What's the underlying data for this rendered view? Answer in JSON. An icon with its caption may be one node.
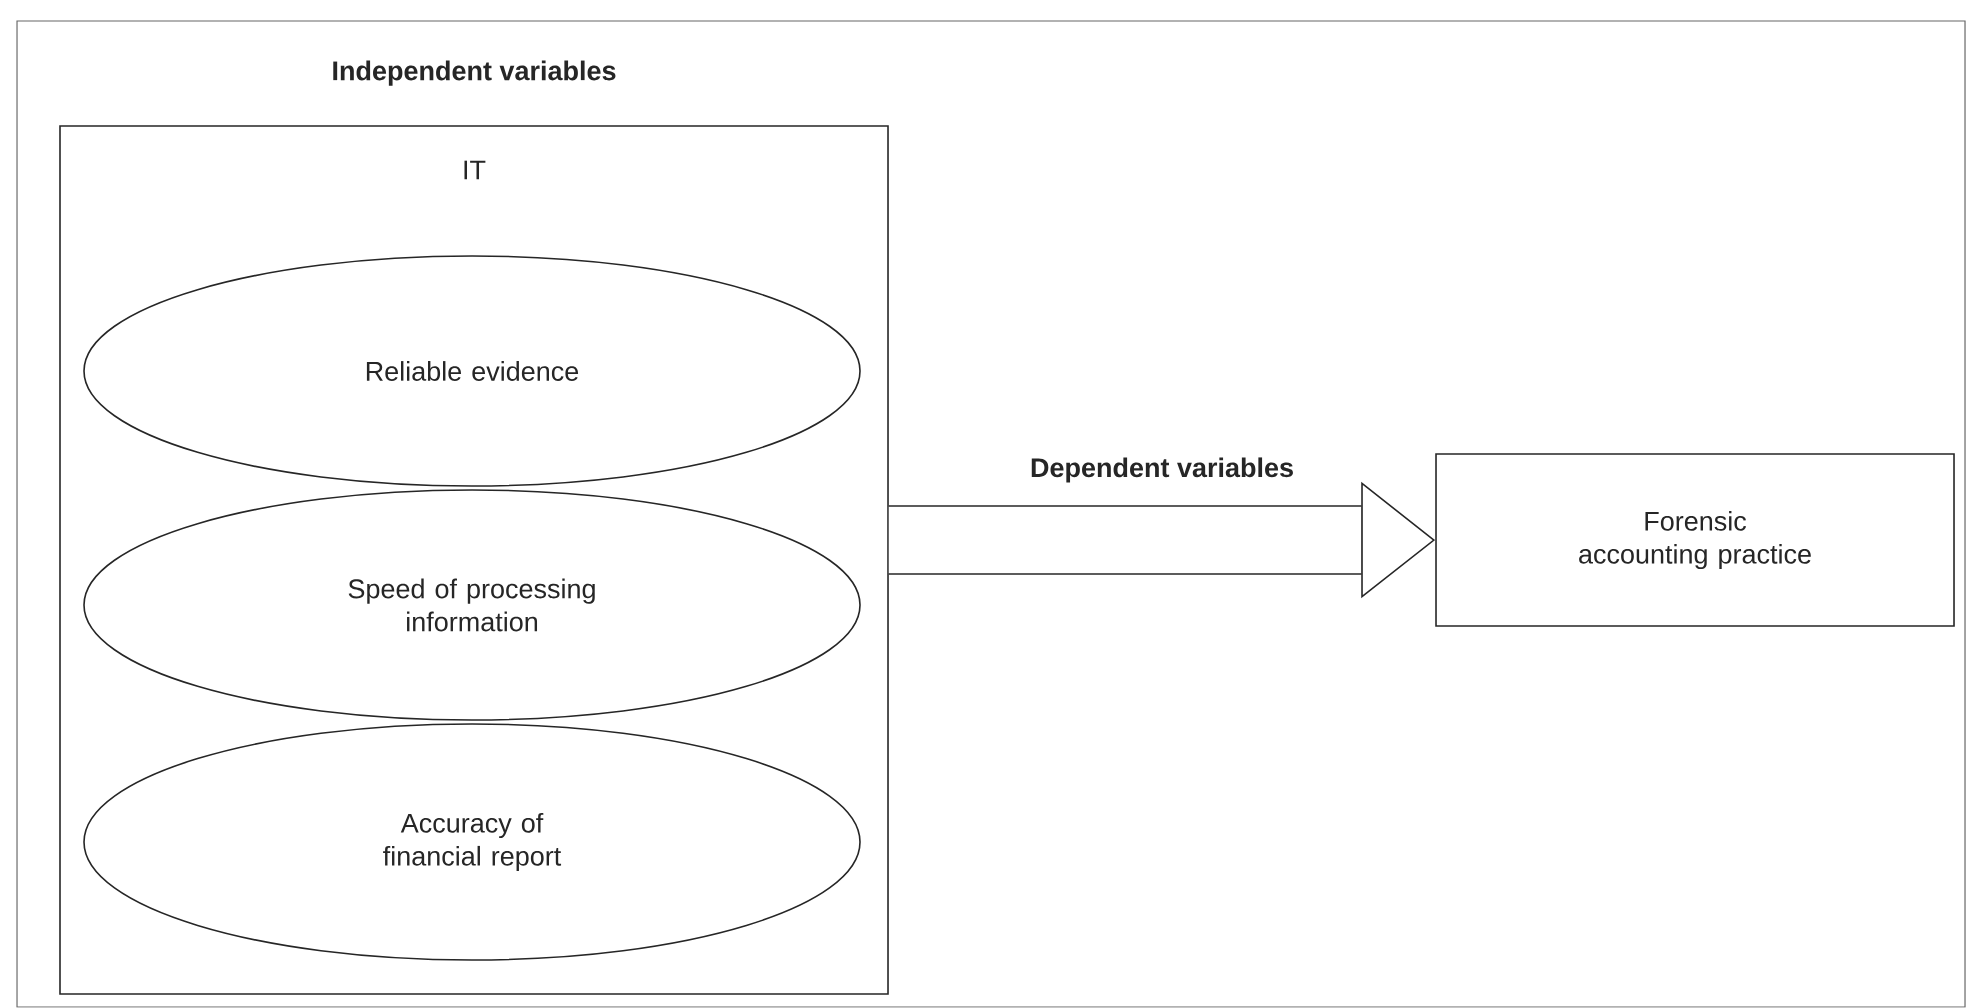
{
  "diagram": {
    "nodes": [
      {
        "text": [
          "Independent variables",
          "IT"
        ]
      },
      {
        "text": [
          "Reliable evidence"
        ],
        "in": 0
      },
      {
        "text": [
          "Speed of processing information"
        ],
        "in": 0
      },
      {
        "text": [
          "Accuracy of financial report"
        ],
        "in": 0
      },
      {
        "text": [
          "Forensic accounting practice"
        ]
      }
    ],
    "edges": [
      {
        "from": 0,
        "to": 4,
        "arrow": "to",
        "label": "Dependent variables"
      }
    ]
  }
}
